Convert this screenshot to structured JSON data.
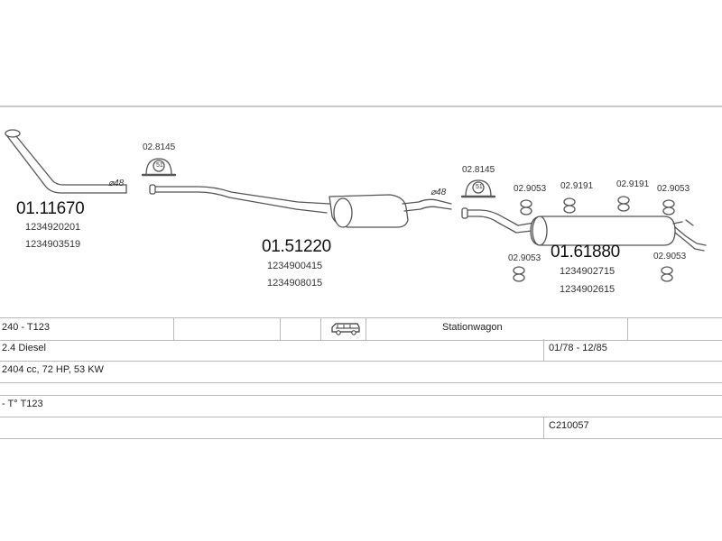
{
  "parts": {
    "front_pipe": {
      "number": "01.11670",
      "refs": [
        "1234920201",
        "1234903519"
      ],
      "diameter": "⌀48"
    },
    "middle_silencer": {
      "number": "01.51220",
      "refs": [
        "1234900415",
        "1234908015"
      ],
      "diameter": "⌀48"
    },
    "rear_silencer": {
      "number": "01.61880",
      "refs": [
        "1234902715",
        "1234902615"
      ]
    },
    "clamps": [
      {
        "number": "02.8145",
        "badge": "51"
      },
      {
        "number": "02.8145",
        "badge": "51"
      }
    ],
    "mounts": [
      "02.9053",
      "02.9191",
      "02.9191",
      "02.9053",
      "02.9053",
      "02.9053"
    ]
  },
  "vehicle": {
    "model": "240 - T123",
    "body": "Stationwagon",
    "engine": "2.4 Diesel",
    "years": "01/78 - 12/85",
    "specs": "2404 cc, 72 HP, 53 KW",
    "type": "- T° T123",
    "code": "C210057",
    "body_icon": "station-wagon-icon"
  }
}
